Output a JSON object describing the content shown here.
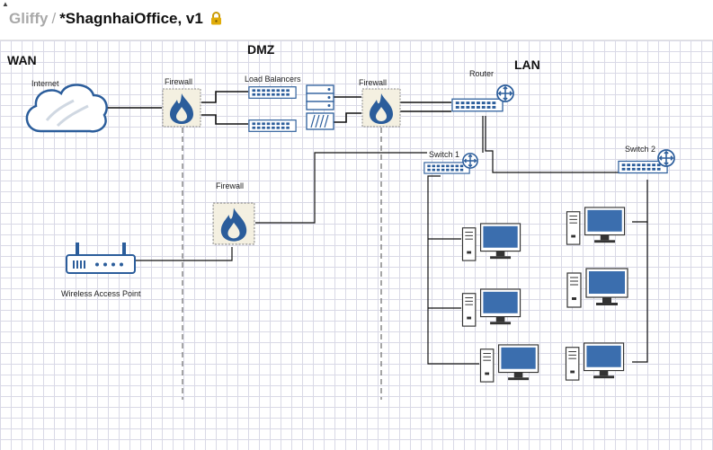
{
  "header": {
    "brand": "Gliffy",
    "separator": "/",
    "document_title": "*ShagnhaiOffice, v1",
    "lock_icon": "lock-icon"
  },
  "zones": {
    "wan": "WAN",
    "dmz": "DMZ",
    "lan": "LAN"
  },
  "labels": {
    "internet": "Internet",
    "firewall_wan": "Firewall",
    "load_balancers": "Load Balancers",
    "firewall_lan": "Firewall",
    "router": "Router",
    "switch_1": "Switch 1",
    "switch_2": "Switch 2",
    "firewall_wireless": "Firewall",
    "wireless_access_point": "Wireless Access Point"
  },
  "colors": {
    "device_blue": "#2b5d9b",
    "screen_blue": "#3b6eae",
    "firewall_fill": "#f4f0e1",
    "lock_gold": "#c99a06",
    "grid": "#d9d9e6"
  }
}
